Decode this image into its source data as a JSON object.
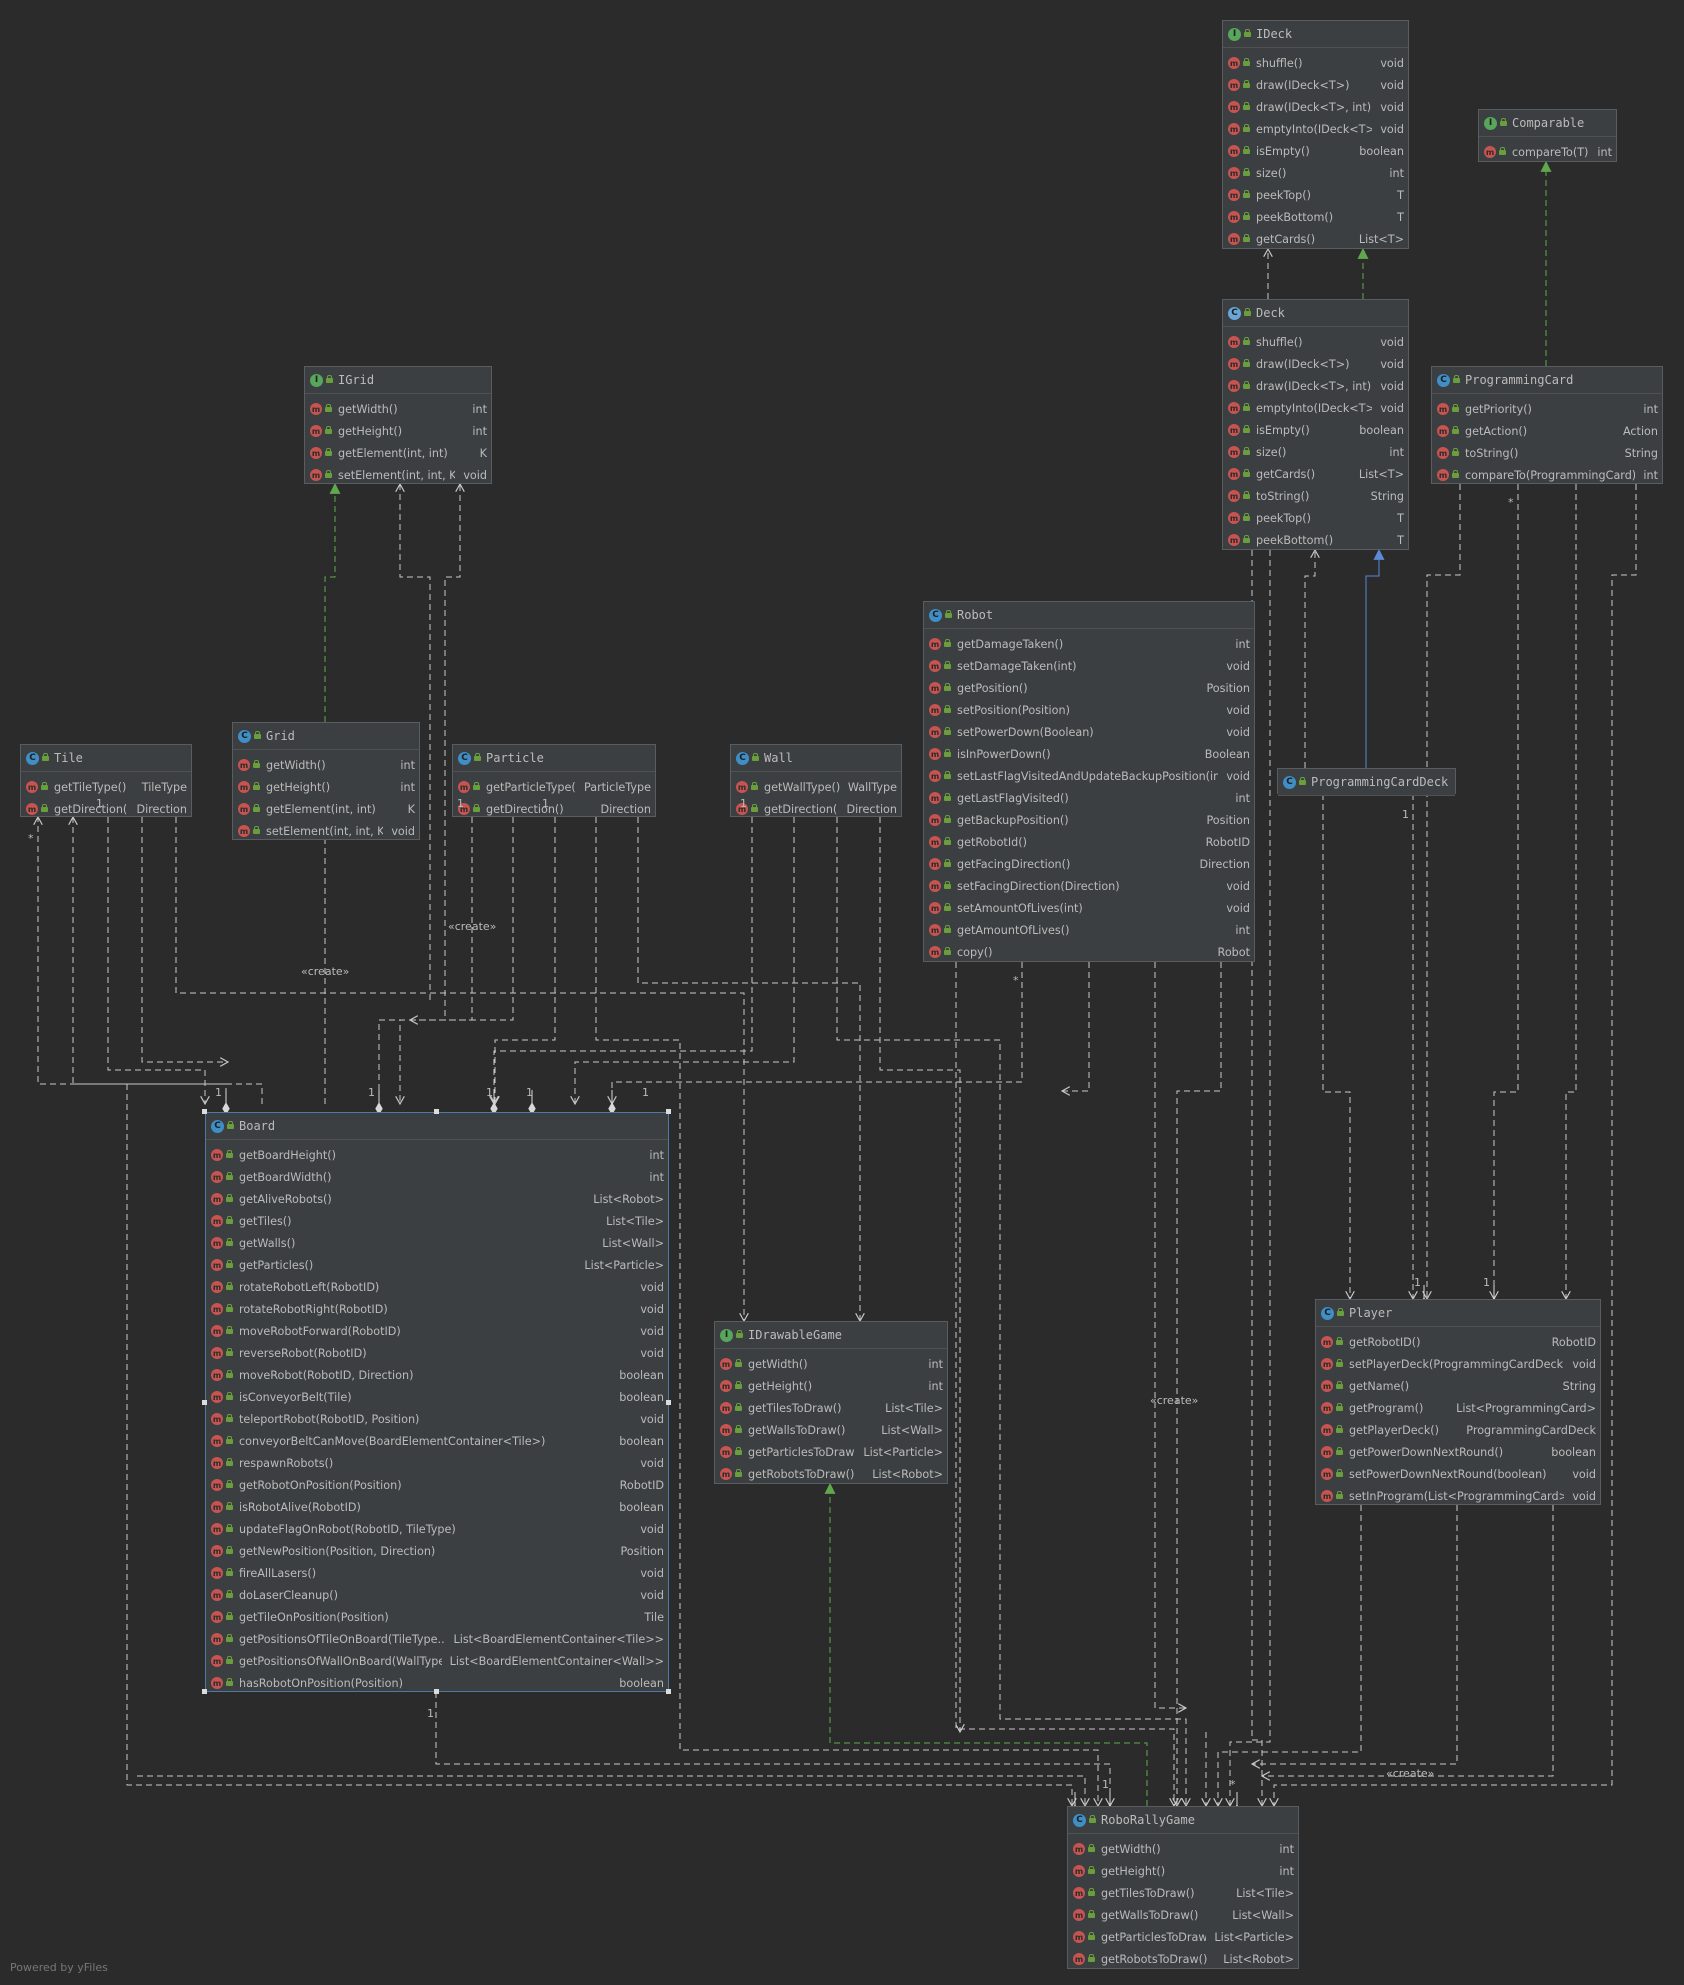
{
  "classes": [
    {
      "id": "ideck",
      "name": "IDeck",
      "kind": "interface",
      "methods": [
        [
          "shuffle()",
          "void"
        ],
        [
          "draw(IDeck<T>)",
          "void"
        ],
        [
          "draw(IDeck<T>, int)",
          "void"
        ],
        [
          "emptyInto(IDeck<T>)",
          "void"
        ],
        [
          "isEmpty()",
          "boolean"
        ],
        [
          "size()",
          "int"
        ],
        [
          "peekTop()",
          "T"
        ],
        [
          "peekBottom()",
          "T"
        ],
        [
          "getCards()",
          "List<T>"
        ]
      ]
    },
    {
      "id": "comparable",
      "name": "Comparable",
      "kind": "interface",
      "methods": [
        [
          "compareTo(T)",
          "int"
        ]
      ]
    },
    {
      "id": "deck",
      "name": "Deck",
      "kind": "abstract",
      "methods": [
        [
          "shuffle()",
          "void"
        ],
        [
          "draw(IDeck<T>)",
          "void"
        ],
        [
          "draw(IDeck<T>, int)",
          "void"
        ],
        [
          "emptyInto(IDeck<T>)",
          "void"
        ],
        [
          "isEmpty()",
          "boolean"
        ],
        [
          "size()",
          "int"
        ],
        [
          "getCards()",
          "List<T>"
        ],
        [
          "toString()",
          "String"
        ],
        [
          "peekTop()",
          "T"
        ],
        [
          "peekBottom()",
          "T"
        ]
      ]
    },
    {
      "id": "programmingcard",
      "name": "ProgrammingCard",
      "kind": "class",
      "methods": [
        [
          "getPriority()",
          "int"
        ],
        [
          "getAction()",
          "Action"
        ],
        [
          "toString()",
          "String"
        ],
        [
          "compareTo(ProgrammingCard)",
          "int"
        ]
      ]
    },
    {
      "id": "igrid",
      "name": "IGrid",
      "kind": "interface",
      "methods": [
        [
          "getWidth()",
          "int"
        ],
        [
          "getHeight()",
          "int"
        ],
        [
          "getElement(int, int)",
          "K"
        ],
        [
          "setElement(int, int, K)",
          "void"
        ]
      ]
    },
    {
      "id": "robot",
      "name": "Robot",
      "kind": "class",
      "methods": [
        [
          "getDamageTaken()",
          "int"
        ],
        [
          "setDamageTaken(int)",
          "void"
        ],
        [
          "getPosition()",
          "Position"
        ],
        [
          "setPosition(Position)",
          "void"
        ],
        [
          "setPowerDown(Boolean)",
          "void"
        ],
        [
          "isInPowerDown()",
          "Boolean"
        ],
        [
          "setLastFlagVisitedAndUpdateBackupPosition(int)",
          "void"
        ],
        [
          "getLastFlagVisited()",
          "int"
        ],
        [
          "getBackupPosition()",
          "Position"
        ],
        [
          "getRobotId()",
          "RobotID"
        ],
        [
          "getFacingDirection()",
          "Direction"
        ],
        [
          "setFacingDirection(Direction)",
          "void"
        ],
        [
          "setAmountOfLives(int)",
          "void"
        ],
        [
          "getAmountOfLives()",
          "int"
        ],
        [
          "copy()",
          "Robot"
        ]
      ]
    },
    {
      "id": "tile",
      "name": "Tile",
      "kind": "class",
      "methods": [
        [
          "getTileType()",
          "TileType"
        ],
        [
          "getDirection()",
          "Direction"
        ]
      ]
    },
    {
      "id": "grid",
      "name": "Grid",
      "kind": "class",
      "methods": [
        [
          "getWidth()",
          "int"
        ],
        [
          "getHeight()",
          "int"
        ],
        [
          "getElement(int, int)",
          "K"
        ],
        [
          "setElement(int, int, K)",
          "void"
        ]
      ]
    },
    {
      "id": "particle",
      "name": "Particle",
      "kind": "class",
      "methods": [
        [
          "getParticleType()",
          "ParticleType"
        ],
        [
          "getDirection()",
          "Direction"
        ]
      ]
    },
    {
      "id": "wall",
      "name": "Wall",
      "kind": "class",
      "methods": [
        [
          "getWallType()",
          "WallType"
        ],
        [
          "getDirection()",
          "Direction"
        ]
      ]
    },
    {
      "id": "programmingcarddeck",
      "name": "ProgrammingCardDeck",
      "kind": "class",
      "methods": []
    },
    {
      "id": "board",
      "name": "Board",
      "kind": "class",
      "methods": [
        [
          "getBoardHeight()",
          "int"
        ],
        [
          "getBoardWidth()",
          "int"
        ],
        [
          "getAliveRobots()",
          "List<Robot>"
        ],
        [
          "getTiles()",
          "List<Tile>"
        ],
        [
          "getWalls()",
          "List<Wall>"
        ],
        [
          "getParticles()",
          "List<Particle>"
        ],
        [
          "rotateRobotLeft(RobotID)",
          "void"
        ],
        [
          "rotateRobotRight(RobotID)",
          "void"
        ],
        [
          "moveRobotForward(RobotID)",
          "void"
        ],
        [
          "reverseRobot(RobotID)",
          "void"
        ],
        [
          "moveRobot(RobotID, Direction)",
          "boolean"
        ],
        [
          "isConveyorBelt(Tile)",
          "boolean"
        ],
        [
          "teleportRobot(RobotID, Position)",
          "void"
        ],
        [
          "conveyorBeltCanMove(BoardElementContainer<Tile>)",
          "boolean"
        ],
        [
          "respawnRobots()",
          "void"
        ],
        [
          "getRobotOnPosition(Position)",
          "RobotID"
        ],
        [
          "isRobotAlive(RobotID)",
          "boolean"
        ],
        [
          "updateFlagOnRobot(RobotID, TileType)",
          "void"
        ],
        [
          "getNewPosition(Position, Direction)",
          "Position"
        ],
        [
          "fireAllLasers()",
          "void"
        ],
        [
          "doLaserCleanup()",
          "void"
        ],
        [
          "getTileOnPosition(Position)",
          "Tile"
        ],
        [
          "getPositionsOfTileOnBoard(TileType...)",
          "List<BoardElementContainer<Tile>>"
        ],
        [
          "getPositionsOfWallOnBoard(WallType...)",
          "List<BoardElementContainer<Wall>>"
        ],
        [
          "hasRobotOnPosition(Position)",
          "boolean"
        ]
      ]
    },
    {
      "id": "idrawablegame",
      "name": "IDrawableGame",
      "kind": "interface",
      "methods": [
        [
          "getWidth()",
          "int"
        ],
        [
          "getHeight()",
          "int"
        ],
        [
          "getTilesToDraw()",
          "List<Tile>"
        ],
        [
          "getWallsToDraw()",
          "List<Wall>"
        ],
        [
          "getParticlesToDraw()",
          "List<Particle>"
        ],
        [
          "getRobotsToDraw()",
          "List<Robot>"
        ]
      ]
    },
    {
      "id": "player",
      "name": "Player",
      "kind": "class",
      "methods": [
        [
          "getRobotID()",
          "RobotID"
        ],
        [
          "setPlayerDeck(ProgrammingCardDeck)",
          "void"
        ],
        [
          "getName()",
          "String"
        ],
        [
          "getProgram()",
          "List<ProgrammingCard>"
        ],
        [
          "getPlayerDeck()",
          "ProgrammingCardDeck"
        ],
        [
          "getPowerDownNextRound()",
          "boolean"
        ],
        [
          "setPowerDownNextRound(boolean)",
          "void"
        ],
        [
          "setInProgram(List<ProgrammingCard>)",
          "void"
        ]
      ]
    },
    {
      "id": "roborallygame",
      "name": "RoboRallyGame",
      "kind": "class",
      "methods": [
        [
          "getWidth()",
          "int"
        ],
        [
          "getHeight()",
          "int"
        ],
        [
          "getTilesToDraw()",
          "List<Tile>"
        ],
        [
          "getWallsToDraw()",
          "List<Wall>"
        ],
        [
          "getParticlesToDraw()",
          "List<Particle>"
        ],
        [
          "getRobotsToDraw()",
          "List<Robot>"
        ]
      ]
    }
  ],
  "labels": [
    "«create»",
    "«create»",
    "«create»",
    "«create»",
    "1",
    "1",
    "1",
    "1",
    "1",
    "1",
    "1",
    "1",
    "1",
    "1",
    "1",
    "1",
    "1",
    "1",
    "*",
    "*",
    "*",
    "*"
  ],
  "icons": {
    "class": "C",
    "interface": "I",
    "abstract": "C",
    "method": "m"
  },
  "colors": {
    "background": "#2b2b2b",
    "node": "#3c3f41",
    "edge": "#c8c8c8",
    "realization": "#5fa84e",
    "generalization": "#5b8ad6",
    "method_badge": "#c75450"
  },
  "footer": "Powered by yFiles"
}
